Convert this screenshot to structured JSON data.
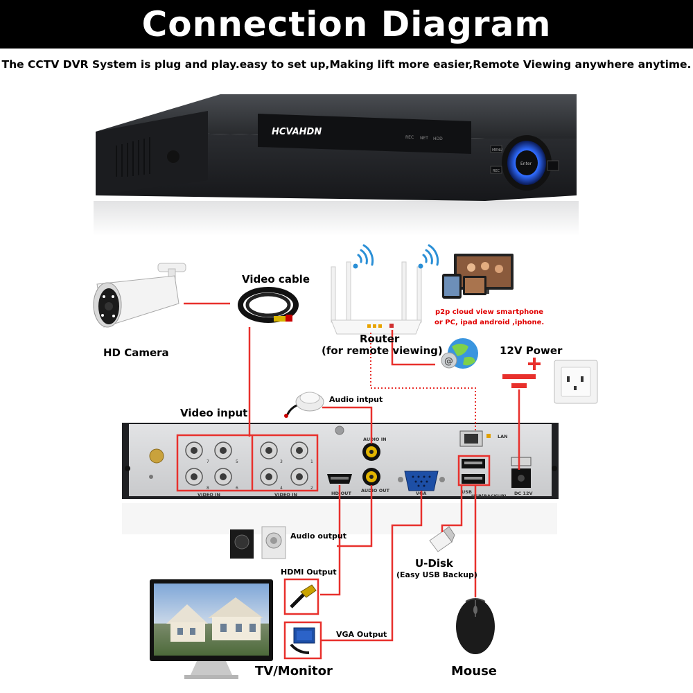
{
  "header": {
    "title": "Connection Diagram",
    "subtitle": "The CCTV DVR System is plug and play.easy to set up,Making lift more easier,Remote Viewing anywhere anytime."
  },
  "dvr_front": {
    "brand": "HCVAHDN",
    "indicators": [
      "REC",
      "NET",
      "HDD"
    ],
    "buttons": [
      "MENU",
      "REC"
    ],
    "dial_center": "Enter"
  },
  "components": {
    "camera": "HD Camera",
    "video_cable": "Video cable",
    "router": "Router",
    "router_note": "(for remote viewing)",
    "p2p_line1": "p2p cloud  view smartphone",
    "p2p_line2": "or PC, ipad android ,iphone.",
    "power": "12V Power",
    "video_input": "Video input",
    "audio_input": "Audio intput",
    "audio_output": "Audio output",
    "hdmi_output": "HDMI Output",
    "vga_output": "VGA Output",
    "udisk": "U-Disk",
    "udisk_note": "(Easy USB Backup)",
    "tv": "TV/Monitor",
    "mouse": "Mouse"
  },
  "dvr_rear": {
    "video_in": [
      "VIDEO IN",
      "VIDEO IN"
    ],
    "channel_numbers": [
      "7",
      "5",
      "3",
      "1",
      "8",
      "6",
      "4",
      "2"
    ],
    "audio_in": "AUDIO IN",
    "audio_out": "AUDIO OUT",
    "hd_out": "HD-OUT",
    "vga": "VGA",
    "lan": "LAN",
    "usb": "USB",
    "usb_backup": "USB(BACKUP)",
    "dc": "DC 12V"
  },
  "colors": {
    "wire": "#e8302c",
    "title_bg": "#000000",
    "dvr_body": "#2a2c30",
    "rear_panel": "#d9dadc",
    "dial_glow": "#2f6bff"
  }
}
